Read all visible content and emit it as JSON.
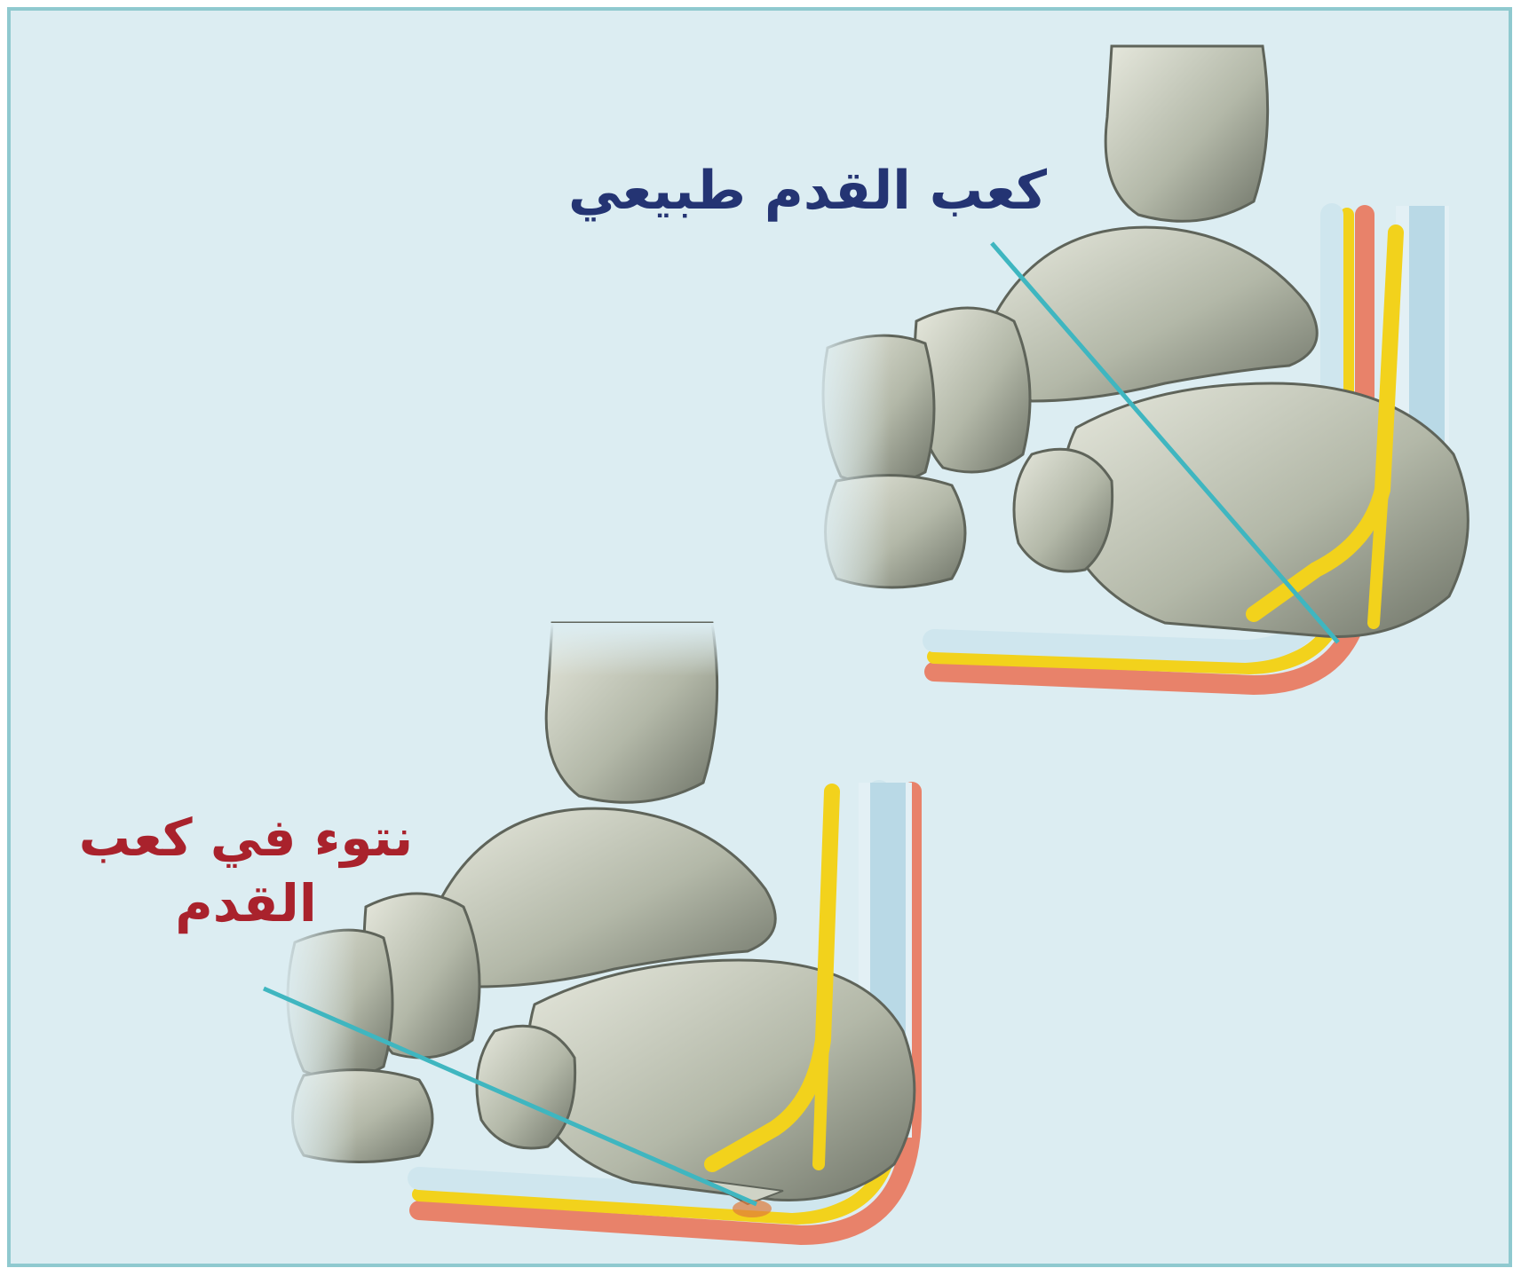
{
  "labels": {
    "normal_heel": "كعب القدم طبيعي",
    "heel_spur_line1": "نتوء في كعب",
    "heel_spur_line2": "القدم"
  },
  "colors": {
    "background": "#dcedf2",
    "border": "#8fc9cf",
    "normal_label": "#243473",
    "spur_label": "#a9222c",
    "pointer_line": "#3fb6c0",
    "bone": "#b9bdb0",
    "nerve": "#f2d21c",
    "skin_outer": "#e8826a"
  }
}
